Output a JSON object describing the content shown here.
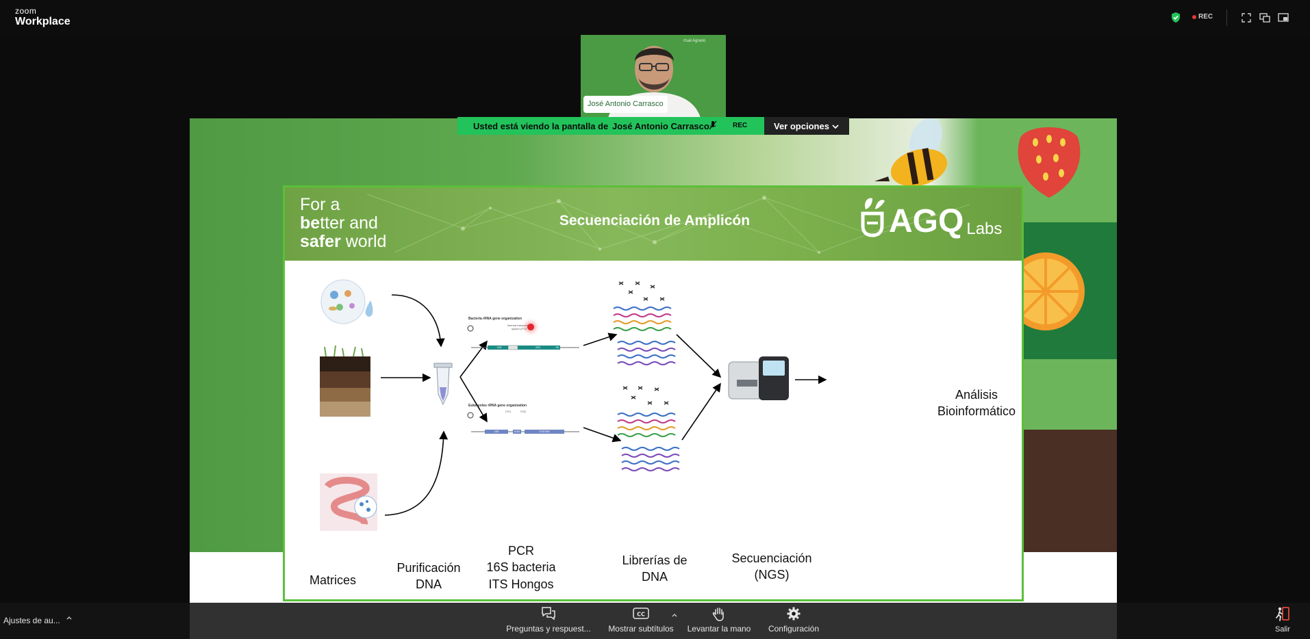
{
  "app": {
    "brand_top": "zoom",
    "brand_bottom": "Workplace"
  },
  "topbar": {
    "rec_label": "REC"
  },
  "camera": {
    "participant_name": "José Antonio Carrasco",
    "bg_text": "rtual Agrario"
  },
  "share_banner": {
    "viewing_text": "Usted está viendo la pantalla de",
    "presenter": "José Antonio Carrasco",
    "rec": "REC",
    "options_label": "Ver opciones"
  },
  "slide": {
    "tagline_1": "For a",
    "tagline_2a": "be",
    "tagline_2b": "tter and",
    "tagline_3a": "safer",
    "tagline_3b": " world",
    "title": "Secuenciación de Amplicón",
    "logo_main": "AGQ",
    "logo_sub": "Labs",
    "bacteria_label": "Bacteria rRNA gene organization",
    "eukaryote_label": "Eukaryotes rRNA gene organization",
    "its_label": "Internal transcribed spacer (ITS)",
    "gene_16s": "16S",
    "gene_23s": "23S",
    "gene_5s": "5S",
    "gene_18s": "18S",
    "gene_58s": "5.8S",
    "gene_28s": "27S/28S",
    "its1": "ITS1",
    "its2": "ITS2",
    "analysis_1": "Análisis",
    "analysis_2": "Bioinformático",
    "steps": {
      "matrices": "Matrices",
      "purif_1": "Purificación",
      "purif_2": "DNA",
      "pcr_1": "PCR",
      "pcr_2": "16S bacteria",
      "pcr_3": "ITS Hongos",
      "lib_1": "Librerías de",
      "lib_2": "DNA",
      "seq_1": "Secuenciación",
      "seq_2": "(NGS)"
    }
  },
  "bottombar": {
    "audio_settings": "Ajustes de au...",
    "qa": "Preguntas y respuest...",
    "captions": "Mostrar subtítulos",
    "raise_hand": "Levantar la mano",
    "settings": "Configuración",
    "leave": "Salir"
  },
  "colors": {
    "share_green": "#23c35b",
    "slide_border": "#5bbf3a",
    "rec_red": "#e03a3a",
    "leave_red": "#e5483c"
  }
}
